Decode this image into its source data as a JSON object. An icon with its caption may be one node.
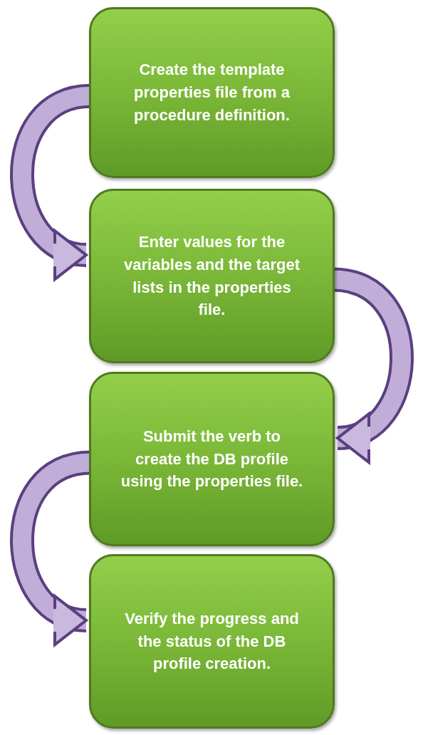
{
  "diagram": {
    "nodes": [
      {
        "text": [
          "Create the template properties file from a procedure definition."
        ]
      },
      {
        "text": [
          "Enter values for the variables and the target lists in the properties file."
        ]
      },
      {
        "text": [
          "Submit the verb to create the DB profile using the properties file."
        ]
      },
      {
        "text": [
          "Verify the progress and the status of the DB profile creation."
        ]
      }
    ],
    "edges": [
      {
        "from": 0,
        "to": 1,
        "arrow": "to"
      },
      {
        "from": 1,
        "to": 2,
        "arrow": "to"
      },
      {
        "from": 2,
        "to": 3,
        "arrow": "to"
      }
    ]
  }
}
